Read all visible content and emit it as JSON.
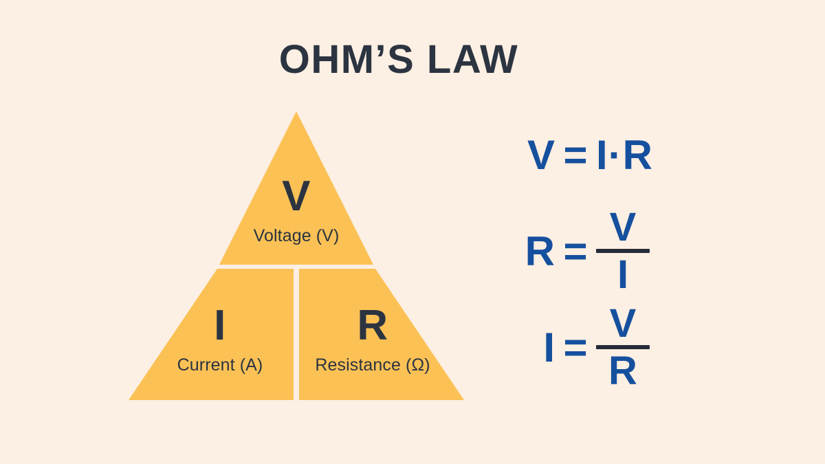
{
  "colors": {
    "background": "#fcefe3",
    "triangle_fill": "#fbc155",
    "divider": "#fcefe3",
    "text_dark": "#2b3440",
    "formula_blue": "#15509e",
    "fraction_bar": "#252b3a"
  },
  "title": "OHM’S LAW",
  "triangle": {
    "cells": [
      {
        "position": "top",
        "symbol": "V",
        "label": "Voltage (V)"
      },
      {
        "position": "bottom-left",
        "symbol": "I",
        "label": "Current (A)"
      },
      {
        "position": "bottom-right",
        "symbol": "R",
        "label": "Resistance (Ω)"
      }
    ]
  },
  "formulas": [
    {
      "id": "voltage",
      "lhs": "V",
      "equals": "=",
      "type": "product",
      "rhs_text": "I·R",
      "factor_a": "I",
      "operator": "·",
      "factor_b": "R"
    },
    {
      "id": "resistance",
      "lhs": "R",
      "equals": "=",
      "type": "fraction",
      "numerator": "V",
      "denominator": "I"
    },
    {
      "id": "current",
      "lhs": "I",
      "equals": "=",
      "type": "fraction",
      "numerator": "V",
      "denominator": "R"
    }
  ]
}
